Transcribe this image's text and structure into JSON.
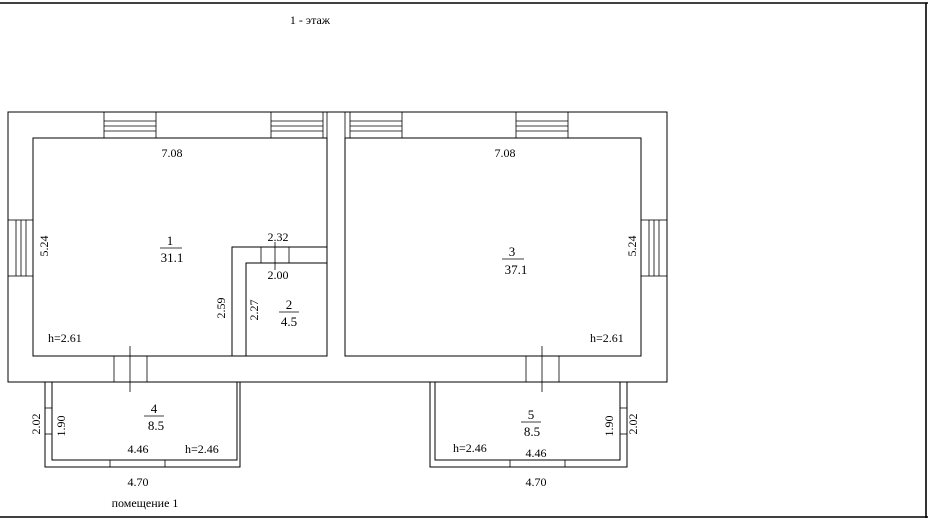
{
  "title": "1 - этаж",
  "footer_label": "помещение 1",
  "rooms": [
    {
      "number": "1",
      "area": "31.1"
    },
    {
      "number": "2",
      "area": "4.5"
    },
    {
      "number": "3",
      "area": "37.1"
    },
    {
      "number": "4",
      "area": "8.5"
    },
    {
      "number": "5",
      "area": "8.5"
    }
  ],
  "dimensions": {
    "room1_width": "7.08",
    "room3_width": "7.08",
    "room1_depth": "5.24",
    "room3_depth": "5.24",
    "room1_height": "h=2.61",
    "room3_height": "h=2.61",
    "room2_outer_width": "2.32",
    "room2_inner_width": "2.00",
    "room2_outer_depth": "2.59",
    "room2_inner_depth": "2.27",
    "room4_outer_depth": "2.02",
    "room4_inner_depth": "1.90",
    "room4_inner_width": "4.46",
    "room4_height": "h=2.46",
    "room4_outer_width": "4.70",
    "room5_outer_depth": "2.02",
    "room5_inner_depth": "1.90",
    "room5_inner_width": "4.46",
    "room5_height": "h=2.46",
    "room5_outer_width": "4.70"
  }
}
